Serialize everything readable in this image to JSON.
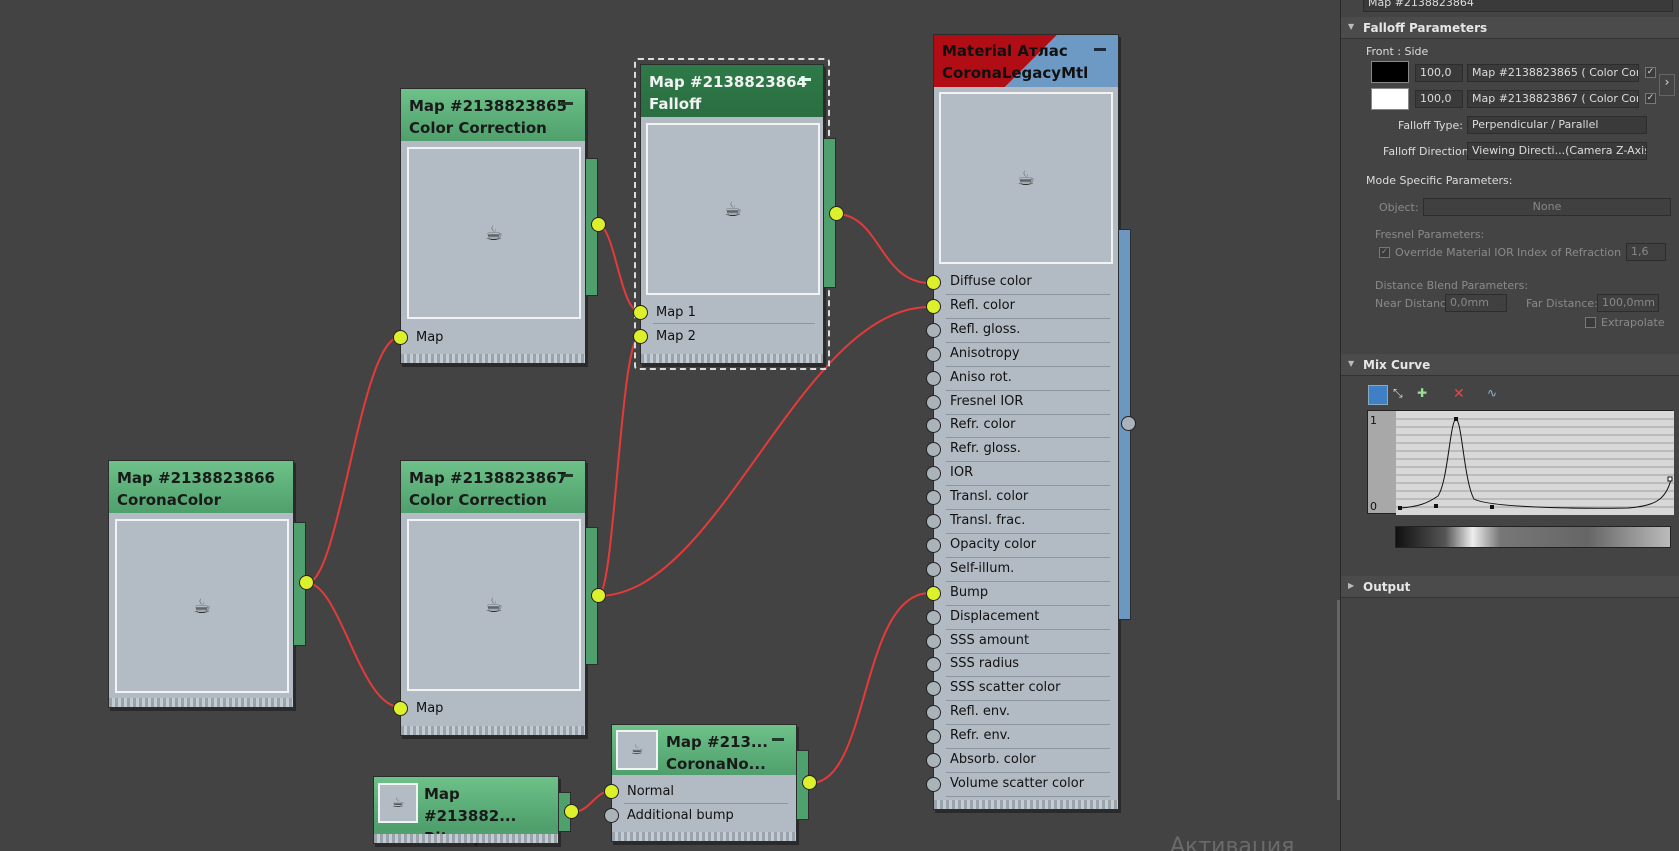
{
  "nodes": {
    "n65": {
      "title": "Map #2138823865",
      "sub": "Color Correction",
      "slot": "Map"
    },
    "n64": {
      "title": "Map #2138823864",
      "sub": "Falloff",
      "slot1": "Map 1",
      "slot2": "Map 2"
    },
    "n66": {
      "title": "Map #2138823866",
      "sub": "CoronaColor"
    },
    "n67": {
      "title": "Map #2138823867",
      "sub": "Color Correction",
      "slot": "Map"
    },
    "normal": {
      "title": "Map #213...",
      "sub": "CoronaNo...",
      "slot1": "Normal",
      "slot2": "Additional bump"
    },
    "bitmap": {
      "title": "Map #213882...",
      "sub": "Bitmap"
    },
    "material": {
      "title": "Material Атлас",
      "sub": "CoronaLegacyMtl",
      "slots": [
        "Diffuse color",
        "Refl. color",
        "Refl. gloss.",
        "Anisotropy",
        "Aniso rot.",
        "Fresnel IOR",
        "Refr. color",
        "Refr. gloss.",
        "IOR",
        "Transl. color",
        "Transl. frac.",
        "Opacity color",
        "Self-illum.",
        "Bump",
        "Displacement",
        "SSS amount",
        "SSS radius",
        "SSS scatter color",
        "Refl. env.",
        "Refr. env.",
        "Absorb. color",
        "Volume scatter color"
      ]
    }
  },
  "panel": {
    "top_field": "Map #2138823864",
    "falloff_title": "Falloff Parameters",
    "front_side": "Front : Side",
    "amount1": "100,0",
    "map1": "Map #2138823865 ( Color Correc",
    "amount2": "100,0",
    "map2": "Map #2138823867 ( Color Correc",
    "falloff_type_label": "Falloff Type:",
    "falloff_type": "Perpendicular / Parallel",
    "falloff_dir_label": "Falloff Direction:",
    "falloff_dir": "Viewing Directi...(Camera Z-Axis)",
    "mode_specific": "Mode Specific Parameters:",
    "object_label": "Object:",
    "object_value": "None",
    "fresnel_params": "Fresnel Parameters:",
    "override_ior": "Override Material IOR",
    "ior_label": "Index of Refraction",
    "ior_value": "1,6",
    "distance_blend": "Distance Blend Parameters:",
    "near_label": "Near Distance:",
    "near_value": "0,0mm",
    "far_label": "Far Distance:",
    "far_value": "100,0mm",
    "extrapolate": "Extrapolate",
    "mix_curve_title": "Mix Curve",
    "curve_y1": "1",
    "curve_y0": "0",
    "output_title": "Output"
  },
  "watermark": "Активация Wi..."
}
